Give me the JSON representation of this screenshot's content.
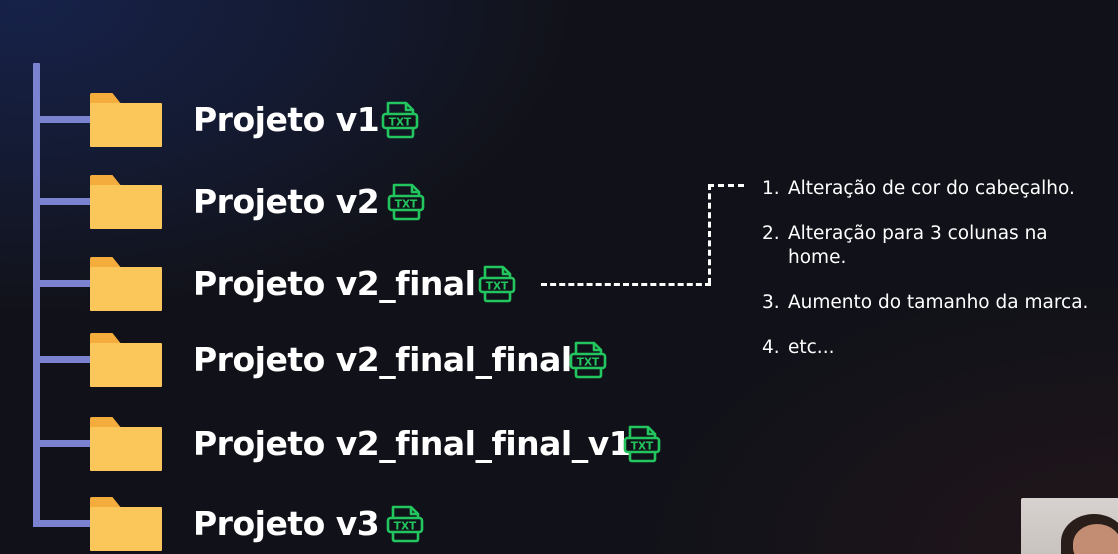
{
  "tree": {
    "items": [
      {
        "label": "Projeto v1",
        "icon": "txt-file-icon"
      },
      {
        "label": "Projeto v2",
        "icon": "txt-file-icon"
      },
      {
        "label": "Projeto v2_final",
        "icon": "txt-file-icon"
      },
      {
        "label": "Projeto v2_final_final",
        "icon": "txt-file-icon"
      },
      {
        "label": "Projeto v2_final_final_v1",
        "icon": "txt-file-icon"
      },
      {
        "label": "Projeto v3",
        "icon": "txt-file-icon"
      }
    ],
    "file_badge": "TXT"
  },
  "notes": {
    "items": [
      {
        "num": "1.",
        "text": "Alteração de cor do cabeçalho."
      },
      {
        "num": "2.",
        "text": "Alteração para 3 colunas na home."
      },
      {
        "num": "3.",
        "text": "Aumento do tamanho da marca."
      },
      {
        "num": "4.",
        "text": "etc..."
      }
    ]
  },
  "colors": {
    "folder": "#fbc75b",
    "tree_line": "#7b83d1",
    "txt_icon": "#22c55e",
    "text": "#ffffff"
  }
}
